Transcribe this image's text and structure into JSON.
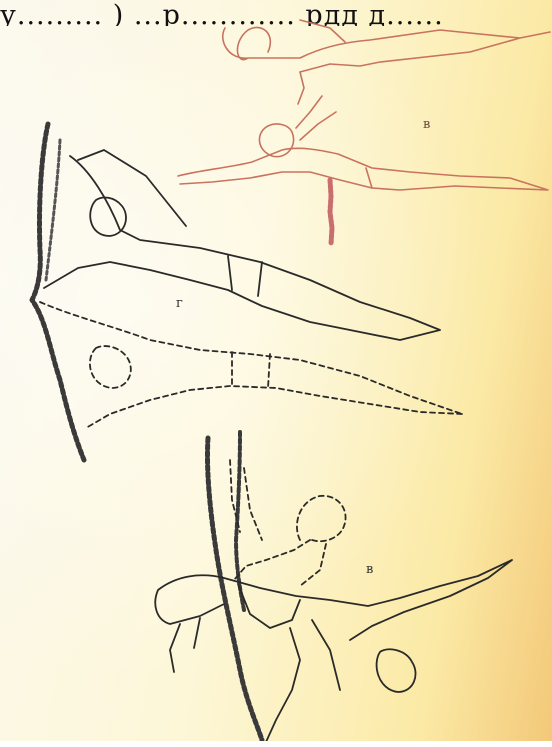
{
  "top_caption": "у......... ) ...р............ рдд д......",
  "figure_labels": {
    "top": "в",
    "middle": "г",
    "bottom": "в"
  },
  "colors": {
    "ink": "#2a2a2a",
    "red_ink": "#c9735f",
    "paper": "#fbf5dc"
  }
}
